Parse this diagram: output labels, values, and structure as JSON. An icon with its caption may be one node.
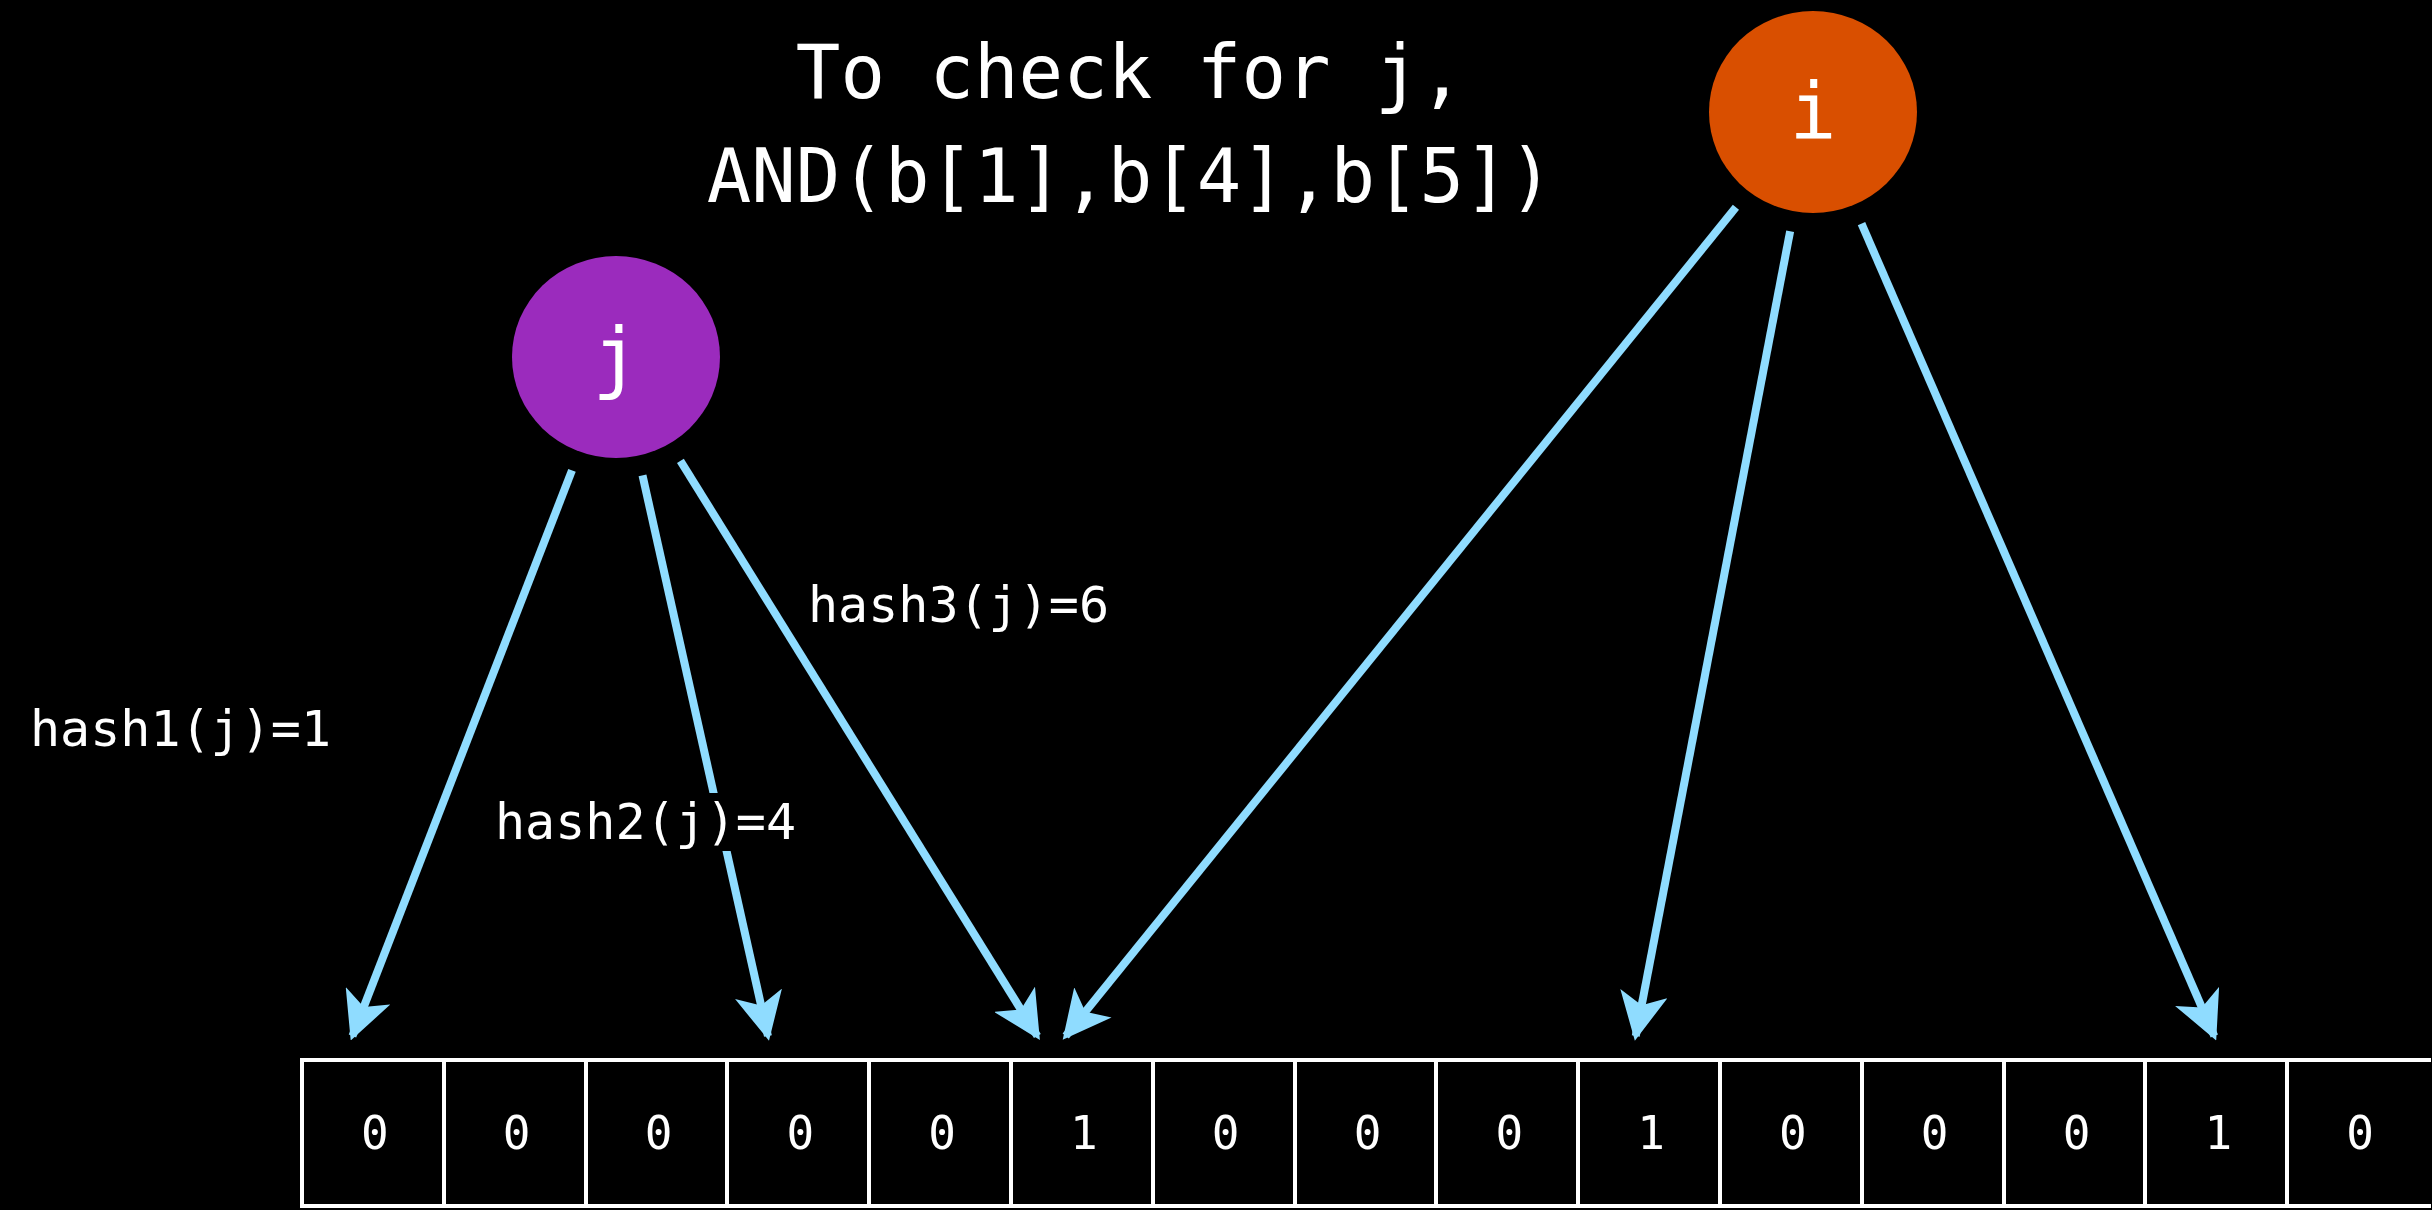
{
  "diagram": {
    "title": "To check for j, AND(b[1],b[4],b[5])",
    "nodes": [
      {
        "text": [
          "j"
        ]
      },
      {
        "text": [
          "i"
        ]
      },
      {
        "text": [
          "0"
        ]
      },
      {
        "text": [
          "0"
        ]
      },
      {
        "text": [
          "0"
        ]
      },
      {
        "text": [
          "0"
        ]
      },
      {
        "text": [
          "0"
        ]
      },
      {
        "text": [
          "1"
        ]
      },
      {
        "text": [
          "0"
        ]
      },
      {
        "text": [
          "0"
        ]
      },
      {
        "text": [
          "0"
        ]
      },
      {
        "text": [
          "1"
        ]
      },
      {
        "text": [
          "0"
        ]
      },
      {
        "text": [
          "0"
        ]
      },
      {
        "text": [
          "0"
        ]
      },
      {
        "text": [
          "1"
        ]
      },
      {
        "text": [
          "0"
        ]
      }
    ],
    "edges": [
      {
        "from": 0,
        "to": 2,
        "arrow": "to",
        "label": "hash1(j)=1"
      },
      {
        "from": 0,
        "to": 5,
        "arrow": "to",
        "label": "hash2(j)=4"
      },
      {
        "from": 0,
        "to": 7,
        "arrow": "to",
        "label": "hash3(j)=6"
      },
      {
        "from": 1,
        "to": 7,
        "arrow": "to"
      },
      {
        "from": 1,
        "to": 11,
        "arrow": "to"
      },
      {
        "from": 1,
        "to": 15,
        "arrow": "to"
      }
    ]
  }
}
